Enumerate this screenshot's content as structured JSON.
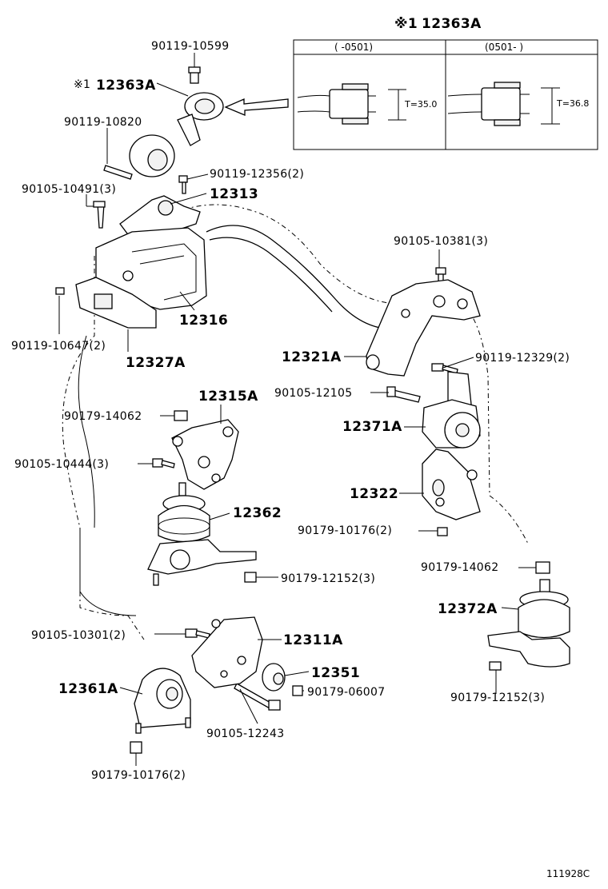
{
  "diagram_code": "111928C",
  "inset": {
    "title_mark": "※1",
    "title_part": "12363A",
    "col_left": "(      -0501)",
    "col_right": "(0501-      )",
    "left_thickness": "T=35.0",
    "right_thickness": "T=36.8"
  },
  "labels": {
    "p90119_10599": "90119-10599",
    "p12363A_mark": "※1",
    "p12363A": "12363A",
    "p90119_10820": "90119-10820",
    "p90119_12356": "90119-12356(2)",
    "p90105_10491": "90105-10491(3)",
    "p12313": "12313",
    "p90105_10381": "90105-10381(3)",
    "p12316": "12316",
    "p90119_10647": "90119-10647(2)",
    "p12327A": "12327A",
    "p12321A": "12321A",
    "p90119_12329": "90119-12329(2)",
    "p90105_12105": "90105-12105",
    "p12315A": "12315A",
    "p90179_14062_left": "90179-14062",
    "p12371A": "12371A",
    "p90105_10444": "90105-10444(3)",
    "p12322": "12322",
    "p12362": "12362",
    "p90179_10176_mid": "90179-10176(2)",
    "p90179_14062_right": "90179-14062",
    "p90179_12152_mid": "90179-12152(3)",
    "p12372A": "12372A",
    "p90105_10301": "90105-10301(2)",
    "p12311A": "12311A",
    "p12351": "12351",
    "p12361A": "12361A",
    "p90179_06007": "90179-06007",
    "p90179_12152_right": "90179-12152(3)",
    "p90105_12243": "90105-12243",
    "p90179_10176_bottom": "90179-10176(2)"
  }
}
